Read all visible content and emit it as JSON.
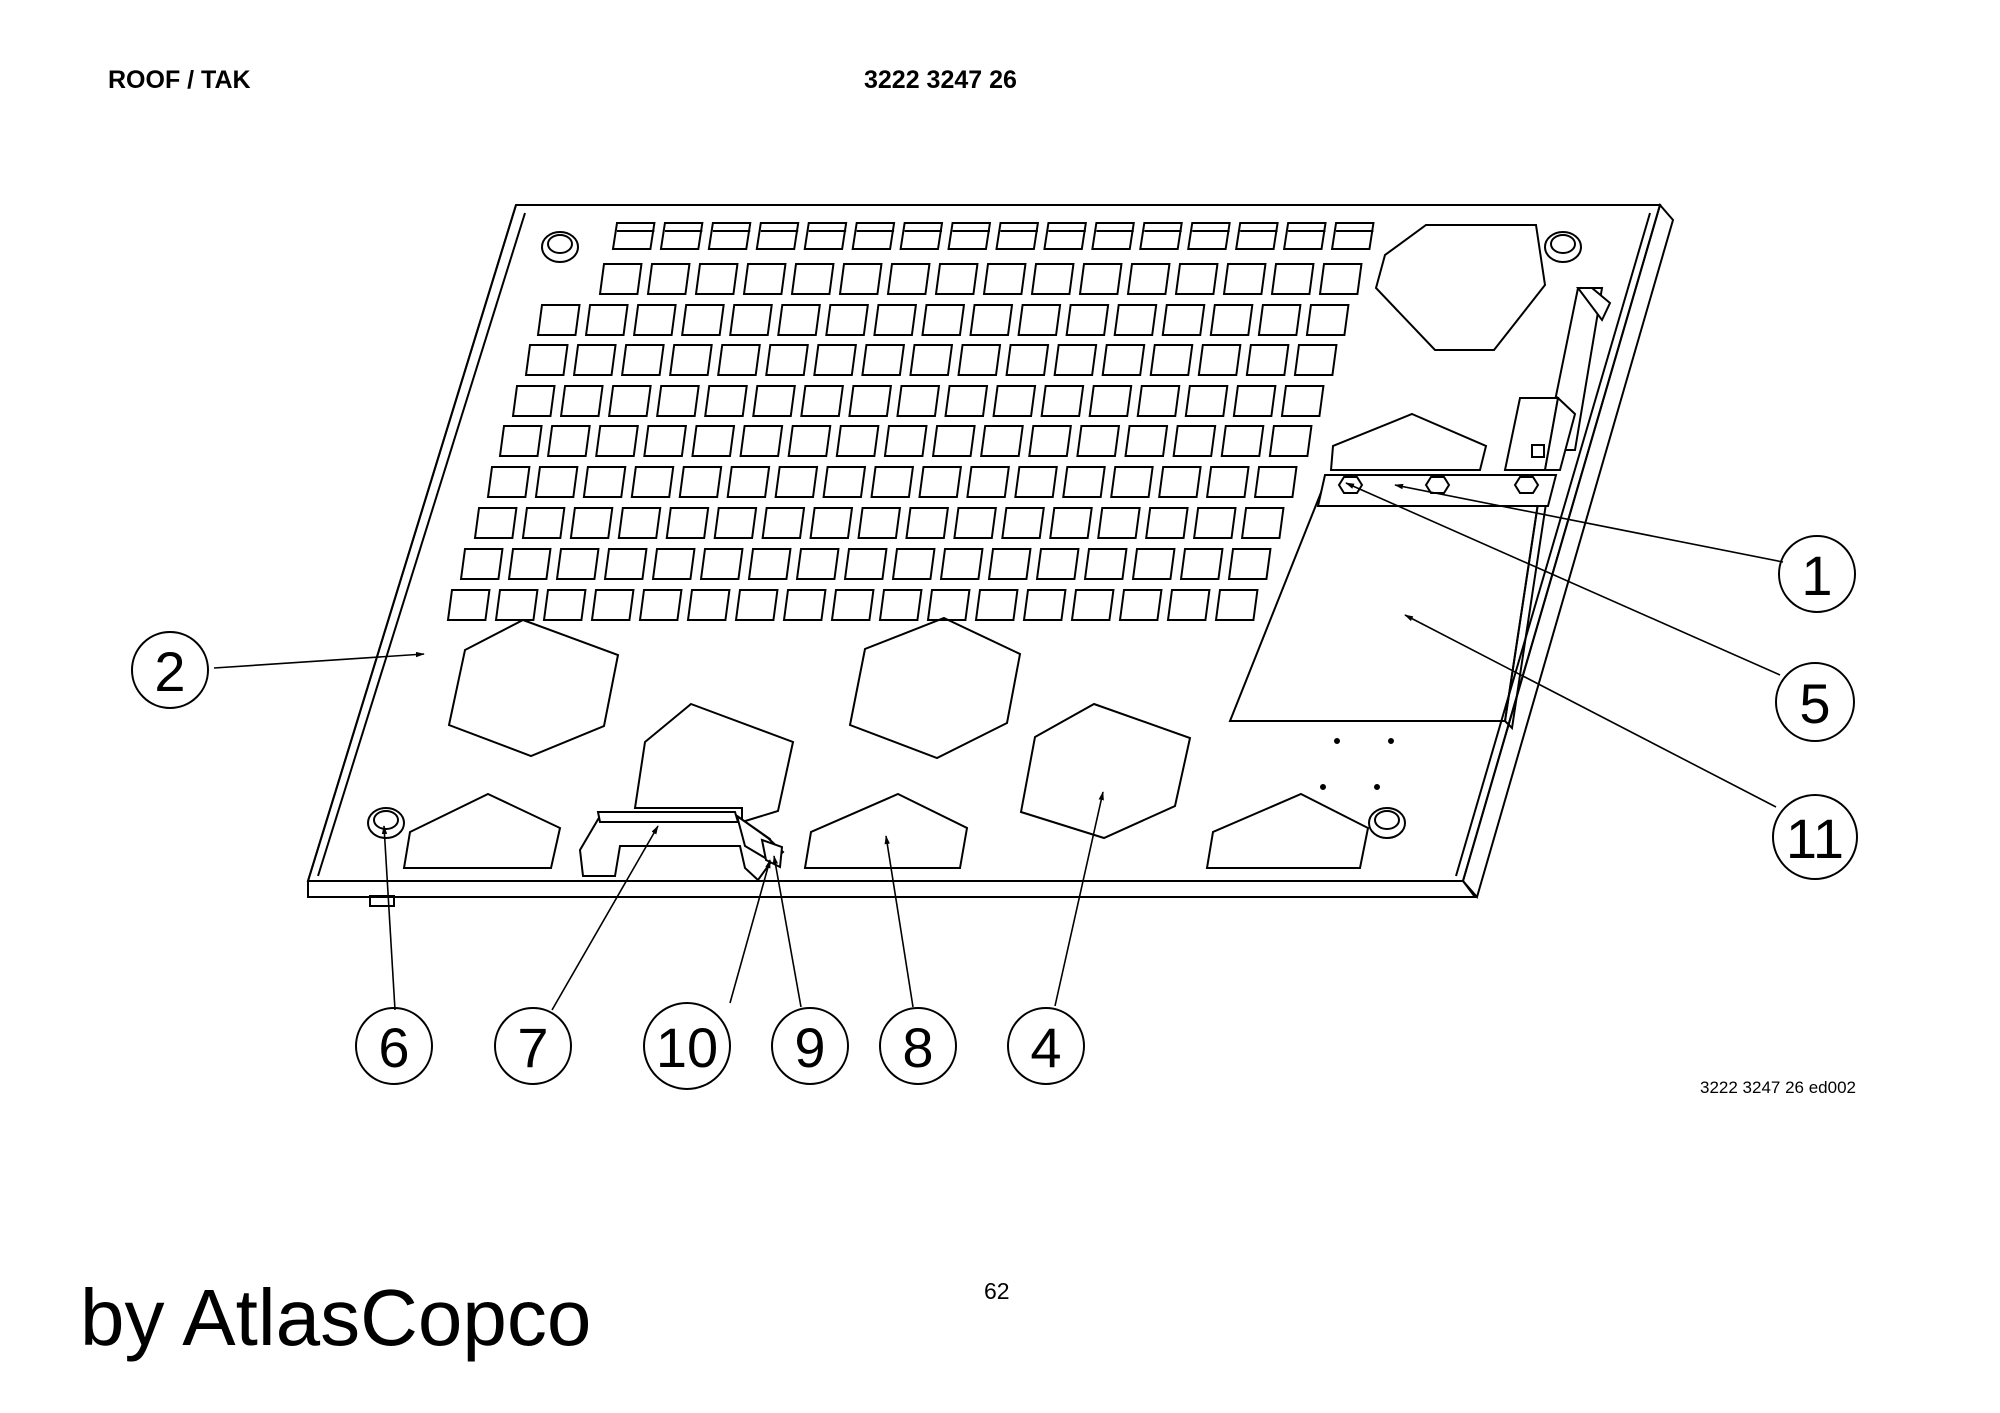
{
  "header": {
    "title": "ROOF / TAK",
    "part_number": "3222 3247 26"
  },
  "drawing_ref": "3222 3247 26 ed002",
  "page_number": "62",
  "brand": "by AtlasCopco",
  "callouts": [
    "1",
    "2",
    "4",
    "5",
    "6",
    "7",
    "8",
    "9",
    "10",
    "11"
  ]
}
